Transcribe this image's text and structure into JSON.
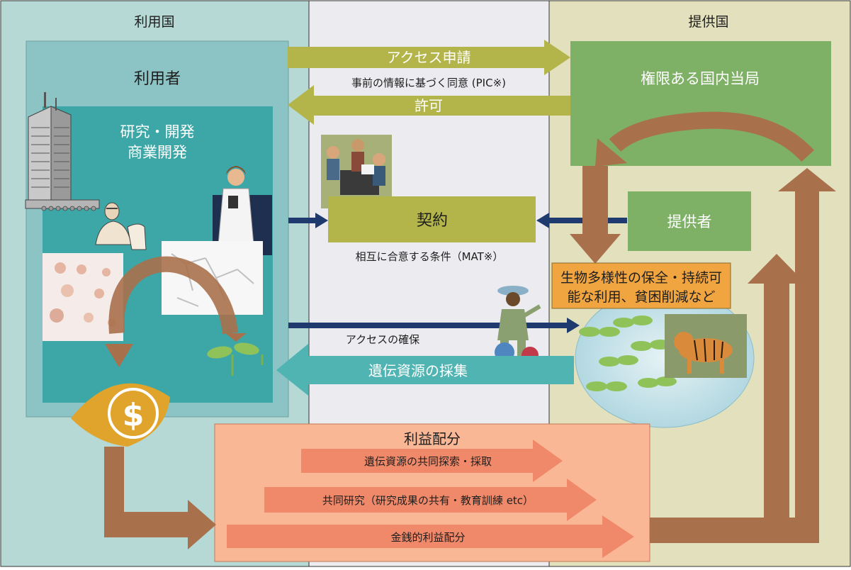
{
  "regions": {
    "user_country": "利用国",
    "provider_country": "提供国"
  },
  "user_box": {
    "title": "利用者",
    "activity_line1": "研究・開発",
    "activity_line2": "商業開発"
  },
  "authority": {
    "label": "権限ある国内当局"
  },
  "provider": {
    "label": "提供者"
  },
  "flows": {
    "access_application": "アクセス申請",
    "pic": "事前の情報に基づく同意 (PIC※)",
    "permission": "許可",
    "contract": "契約",
    "mat": "相互に合意する条件（MAT※）",
    "access_secured": "アクセスの確保",
    "collection": "遺伝資源の採集"
  },
  "conservation": {
    "line1": "生物多様性の保全・持続可",
    "line2": "能な利用、貧困削減など"
  },
  "benefit_sharing": {
    "title": "利益配分",
    "items": [
      "遺伝資源の共同探索・採取",
      "共同研究（研究成果の共有・教育訓練 etc）",
      "金銭的利益配分"
    ]
  },
  "icons": {
    "currency": "dollar-icon",
    "sprout": "sprout-icon",
    "building": "building-icon",
    "tiger": "tiger-icon",
    "researcher": "researcher-icon",
    "explorer": "explorer-icon",
    "meeting": "meeting-icon",
    "lab_worker": "lab-worker-icon"
  },
  "colors": {
    "user_bg": "#b6d9d6",
    "middle_bg": "#ececf0",
    "provider_bg": "#e3e1bd",
    "user_box": "#8cc3c4",
    "research_box": "#3ca7a6",
    "olive": "#b3b54a",
    "green_box": "#7eb065",
    "brown": "#a9704c",
    "navy": "#1e3a6e",
    "teal_arrow": "#4fb4b2",
    "orange_box": "#f9b796",
    "salmon": "#f0896a",
    "gold": "#e0a42c",
    "label_orange": "#f0a540"
  }
}
